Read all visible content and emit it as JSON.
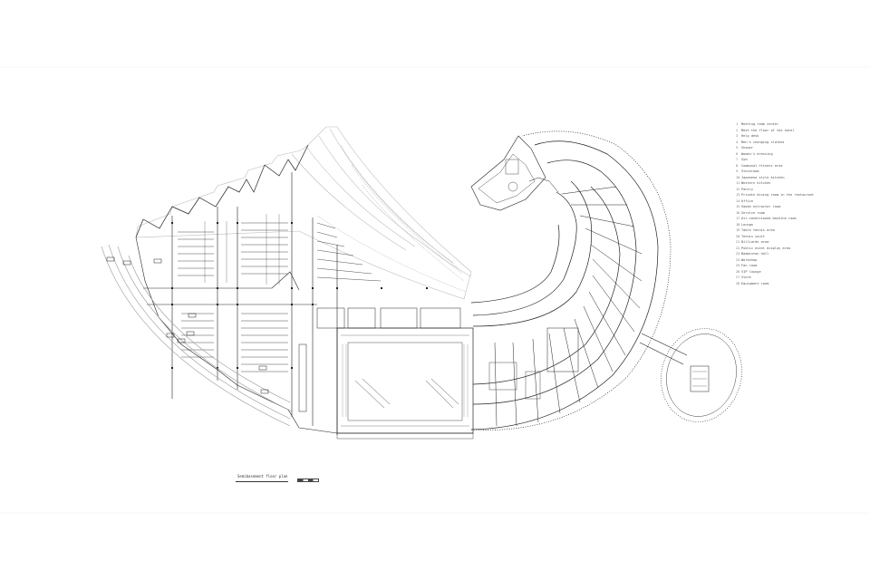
{
  "drawing": {
    "title": "Semibasement floor plan",
    "background": "#ffffff",
    "line_color": "#1a1a1a",
    "faint_color": "#b5b5b5"
  },
  "legend": {
    "items": [
      {
        "num": "1",
        "label": "Meeting room center"
      },
      {
        "num": "2",
        "label": "Meet the floor of the hotel"
      },
      {
        "num": "3",
        "label": "Help desk"
      },
      {
        "num": "4",
        "label": "Men's changing clothes"
      },
      {
        "num": "5",
        "label": "Shower"
      },
      {
        "num": "6",
        "label": "Women's dressing"
      },
      {
        "num": "7",
        "label": "Gym"
      },
      {
        "num": "8",
        "label": "Communal fitness area"
      },
      {
        "num": "9",
        "label": "Storeroom"
      },
      {
        "num": "10",
        "label": "Japanese style kitchen"
      },
      {
        "num": "11",
        "label": "Western kitchen"
      },
      {
        "num": "12",
        "label": "Pantry"
      },
      {
        "num": "13",
        "label": "Private dining room in the restaurant"
      },
      {
        "num": "14",
        "label": "Office"
      },
      {
        "num": "15",
        "label": "Smoke extractor room"
      },
      {
        "num": "16",
        "label": "Service room"
      },
      {
        "num": "17",
        "label": "Air-conditioned machine room"
      },
      {
        "num": "18",
        "label": "Lounge"
      },
      {
        "num": "19",
        "label": "Table tennis area"
      },
      {
        "num": "20",
        "label": "Tennis court"
      },
      {
        "num": "21",
        "label": "Billiards area"
      },
      {
        "num": "22",
        "label": "Public event display area"
      },
      {
        "num": "23",
        "label": "Badminton hall"
      },
      {
        "num": "24",
        "label": "Workshop"
      },
      {
        "num": "25",
        "label": "Fan room"
      },
      {
        "num": "26",
        "label": "VIP lounge"
      },
      {
        "num": "27",
        "label": "Store"
      },
      {
        "num": "28",
        "label": "Equipment room"
      }
    ]
  }
}
